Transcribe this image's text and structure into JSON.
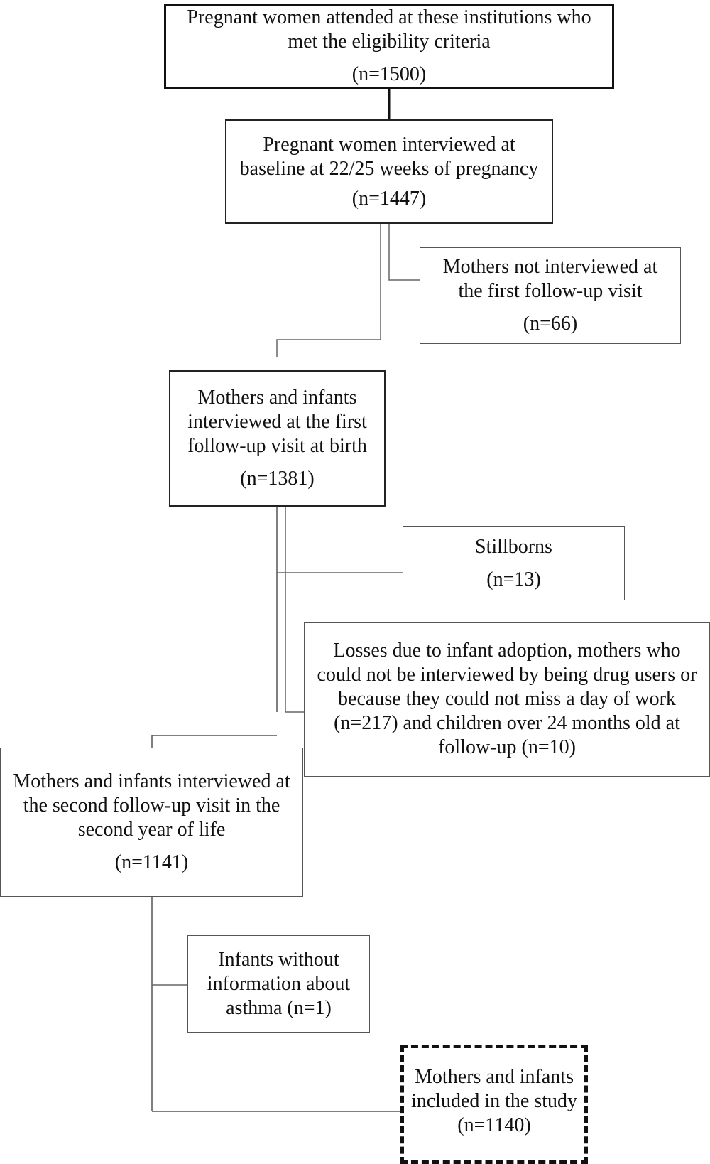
{
  "flow": {
    "eligible": {
      "text": "Pregnant women attended at these institutions who met the eligibility criteria",
      "n": "(n=1500)"
    },
    "baseline": {
      "text": "Pregnant women interviewed at baseline at 22/25 weeks of pregnancy",
      "n": "(n=1447)"
    },
    "not_interviewed_first": {
      "text": "Mothers not interviewed at the first follow-up visit",
      "n": "(n=66)"
    },
    "first_followup": {
      "text": "Mothers and infants interviewed at the first follow-up visit at birth",
      "n": "(n=1381)"
    },
    "stillborns": {
      "text": "Stillborns",
      "n": "(n=13)"
    },
    "losses": {
      "text": "Losses due to infant adoption, mothers who could not be interviewed by being drug users or because they could not miss a day of work (n=217) and children over 24 months old at follow-up (n=10)"
    },
    "second_followup": {
      "text": "Mothers and infants interviewed at the second follow-up visit in the second year of life",
      "n": "(n=1141)"
    },
    "no_asthma_info": {
      "text": "Infants without information about asthma (n=1)"
    },
    "included": {
      "text": "Mothers and infants included in the study (n=1140)"
    }
  }
}
